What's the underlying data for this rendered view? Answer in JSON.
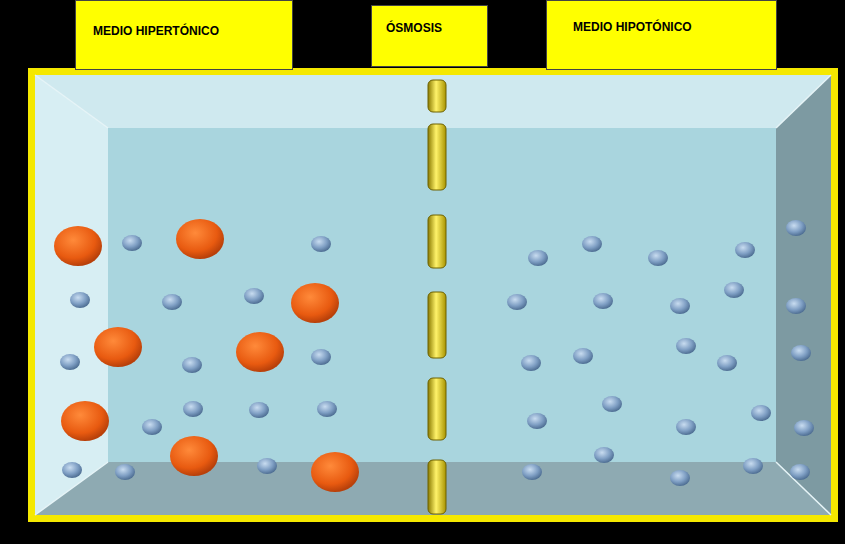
{
  "diagram": {
    "nodes": [
      {
        "text": [
          "MEDIO HIPERTÓNICO"
        ]
      },
      {
        "text": [
          "ÓSMOSIS"
        ]
      },
      {
        "text": [
          "MEDIO HIPOTÓNICO"
        ]
      }
    ]
  }
}
